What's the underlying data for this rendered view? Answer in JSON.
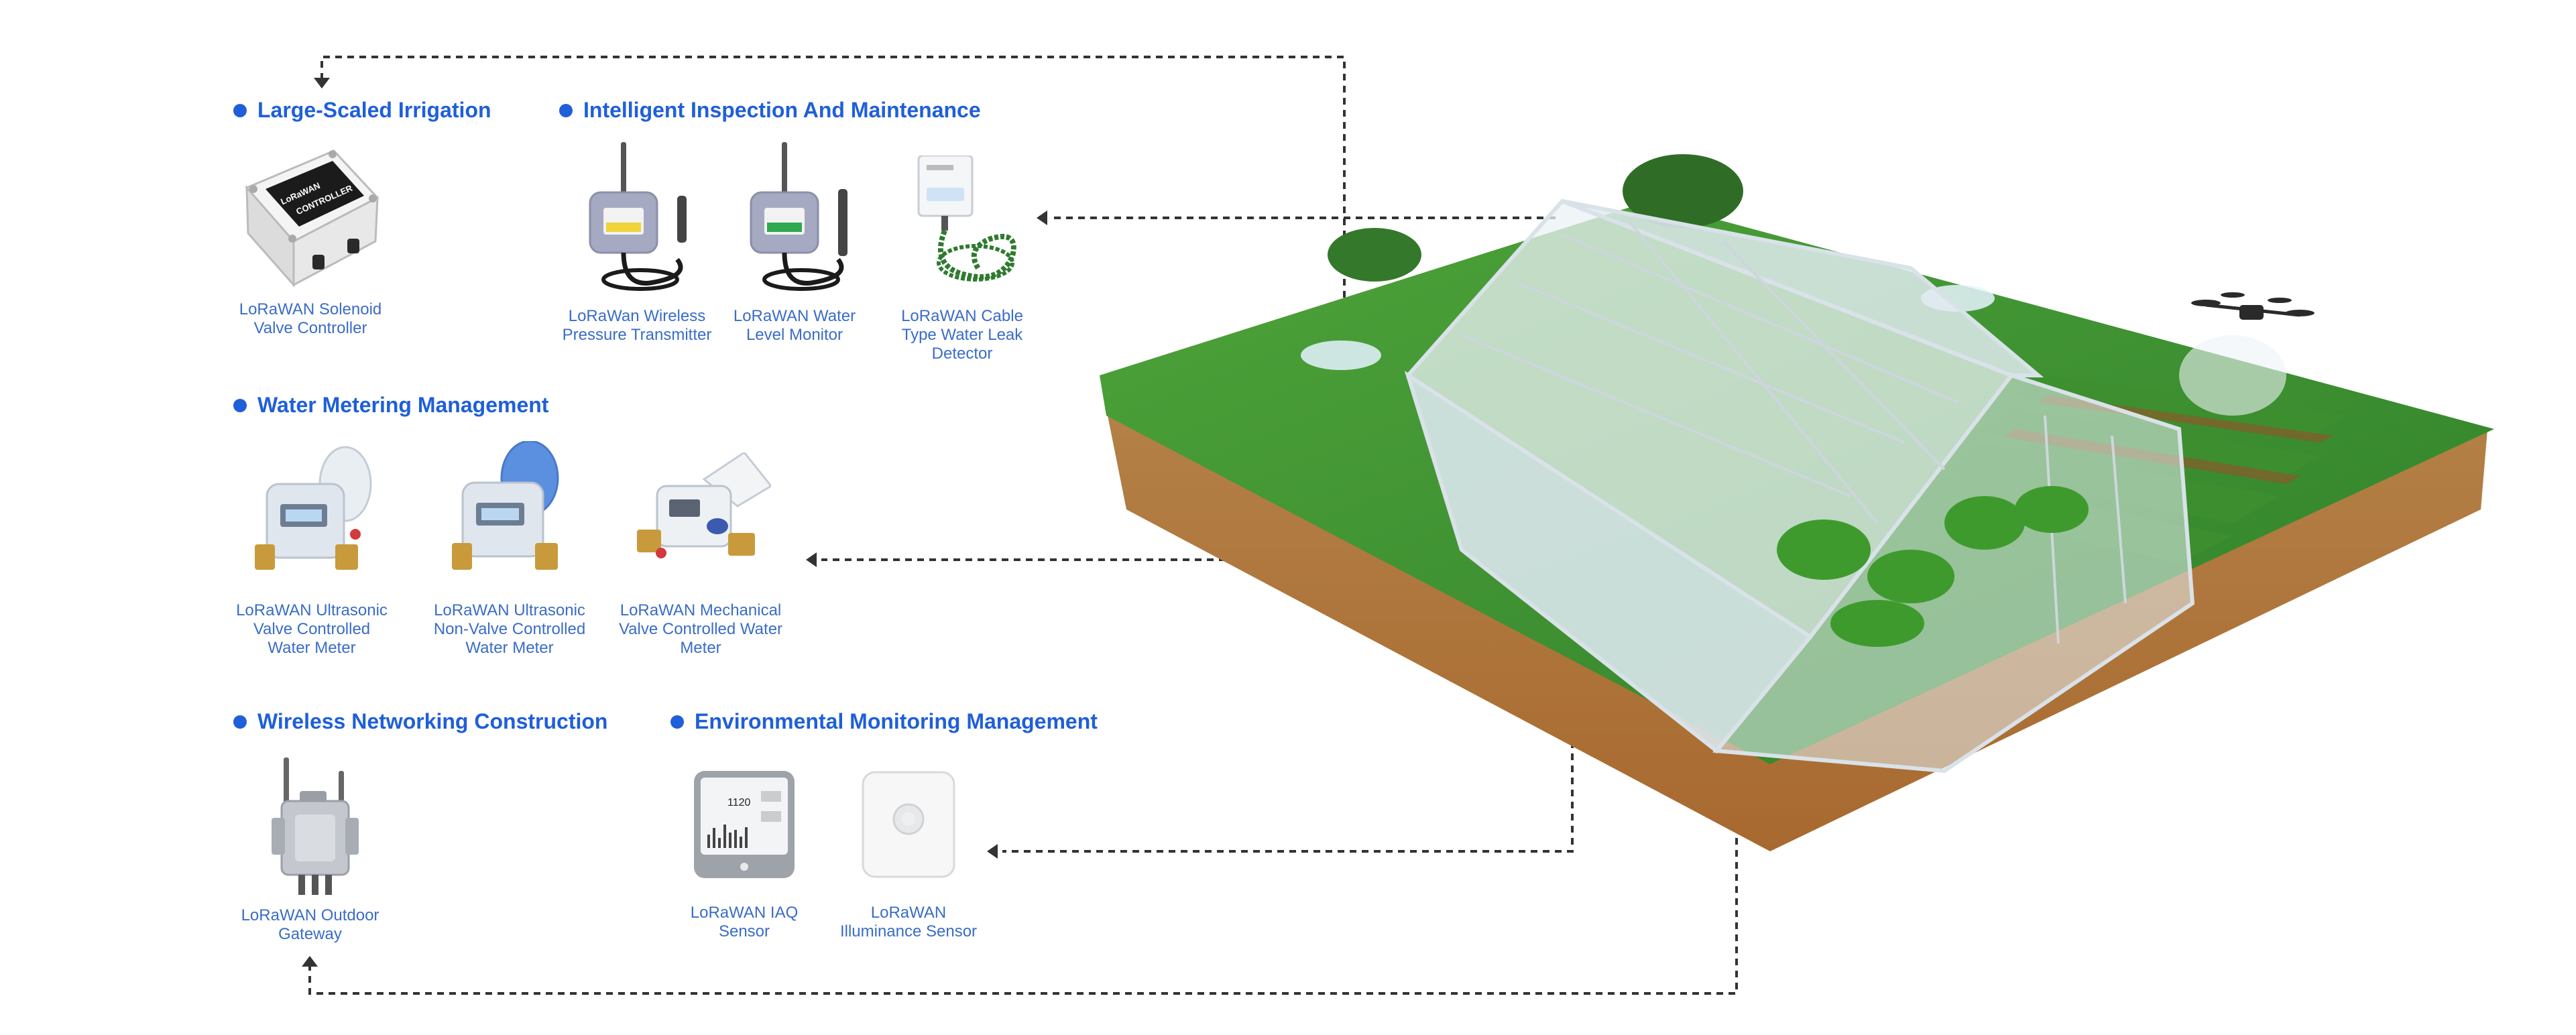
{
  "sections": {
    "irrigation": {
      "title": "Large-Scaled Irrigation"
    },
    "inspection": {
      "title": "Intelligent Inspection And Maintenance"
    },
    "metering": {
      "title": "Water Metering Management"
    },
    "networking": {
      "title": "Wireless Networking Construction"
    },
    "environment": {
      "title": "Environmental Monitoring Management"
    }
  },
  "devices": {
    "solenoid": {
      "label": "LoRaWAN Solenoid\nValve Controller",
      "icon": "valve-controller-icon",
      "device_text": "LoRaWAN\nCONTROLLER"
    },
    "pressure": {
      "label": "LoRaWan Wireless\nPressure Transmitter",
      "icon": "pressure-transmitter-icon"
    },
    "water_level": {
      "label": "LoRaWAN Water\nLevel Monitor",
      "icon": "water-level-monitor-icon"
    },
    "leak": {
      "label": "LoRaWAN  Cable\nType Water Leak\nDetector",
      "icon": "leak-detector-icon"
    },
    "ultra_valve": {
      "label": "LoRaWAN Ultrasonic\nValve Controlled\nWater Meter",
      "icon": "water-meter-icon"
    },
    "ultra_nonvalve": {
      "label": "LoRaWAN  Ultrasonic\nNon-Valve Controlled\nWater Meter",
      "icon": "water-meter-icon"
    },
    "mechanical": {
      "label": "LoRaWAN  Mechanical\nValve Controlled Water\nMeter",
      "icon": "mechanical-meter-icon"
    },
    "gateway": {
      "label": "LoRaWAN Outdoor\nGateway",
      "icon": "outdoor-gateway-icon"
    },
    "iaq": {
      "label": "LoRaWAN IAQ\nSensor",
      "icon": "iaq-sensor-icon",
      "screen_value": "1120"
    },
    "illuminance": {
      "label": "LoRaWAN\nIlluminance Sensor",
      "icon": "illuminance-sensor-icon"
    }
  },
  "colors": {
    "accent": "#1f5fd9",
    "label": "#3a6cc8",
    "connector": "#333333"
  }
}
